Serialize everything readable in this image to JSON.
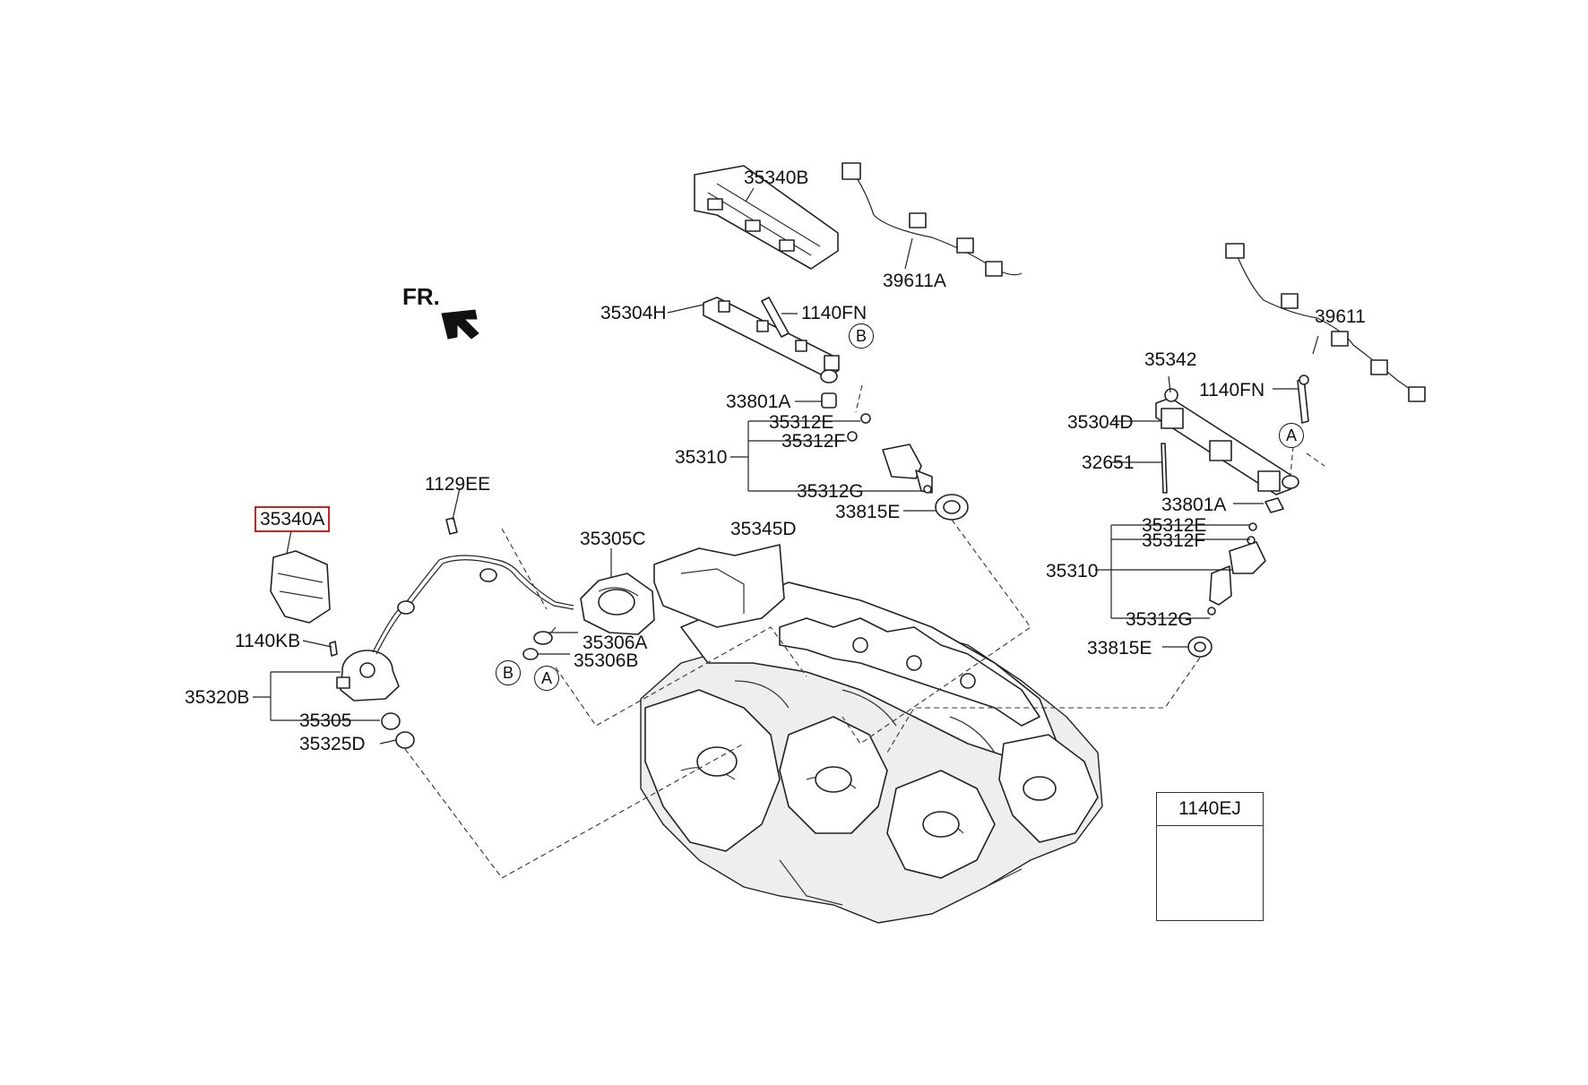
{
  "direction_label": "FR.",
  "labels": {
    "p35340B": "35340B",
    "p39611A": "39611A",
    "p35304H": "35304H",
    "p1140FN_left": "1140FN",
    "p33801A_left": "33801A",
    "p35312E_left": "35312E",
    "p35312F_left": "35312F",
    "p35310_left": "35310",
    "p35312G_left": "35312G",
    "p33815E_left": "33815E",
    "p39611": "39611",
    "p35342": "35342",
    "p1140FN_right": "1140FN",
    "p35304D": "35304D",
    "p32651": "32651",
    "p33801A_right": "33801A",
    "p35312E_right": "35312E",
    "p35312F_right": "35312F",
    "p35310_right": "35310",
    "p35312G_right": "35312G",
    "p33815E_right": "33815E",
    "p1129EE": "1129EE",
    "p35340A": "35340A",
    "p35305C": "35305C",
    "p35345D": "35345D",
    "p1140KB": "1140KB",
    "p35306A": "35306A",
    "p35306B": "35306B",
    "p35320B": "35320B",
    "p35305": "35305",
    "p35325D": "35325D"
  },
  "reference_markers": {
    "b_upper": "B",
    "a_right": "A",
    "b_lower": "B",
    "a_lower": "A"
  },
  "inset": {
    "title": "1140EJ",
    "icon": "bolt-icon"
  },
  "highlight": {
    "part": "35340A",
    "color": "#d21f1f"
  }
}
